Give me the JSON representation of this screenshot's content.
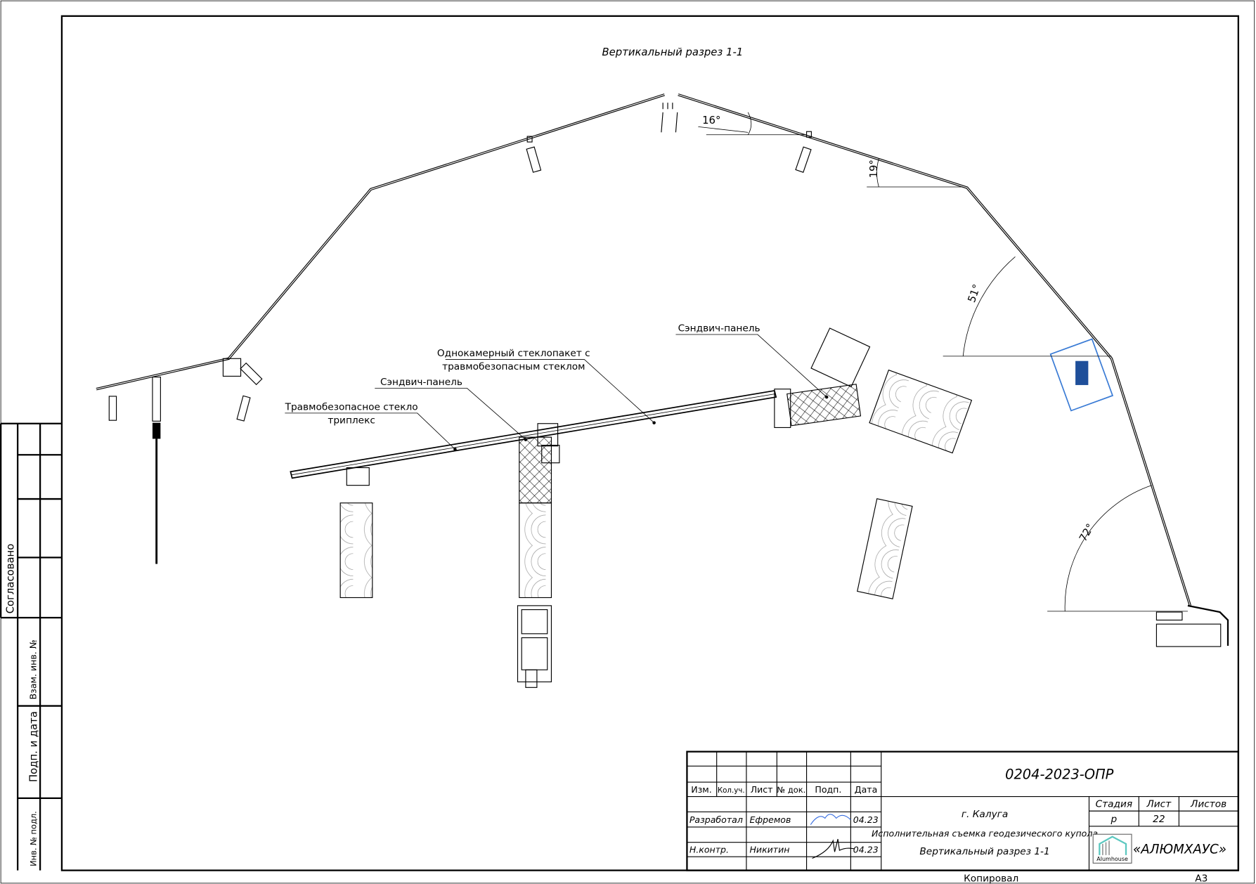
{
  "drawing": {
    "title": "Вертикальный разрез 1-1",
    "angles": [
      "16°",
      "19°",
      "51°",
      "72°"
    ],
    "callouts": [
      {
        "lines": [
          "Сэндвич-панель"
        ]
      },
      {
        "lines": [
          "Однокамерный стеклопакет с",
          "травмобезопасным стеклом"
        ]
      },
      {
        "lines": [
          "Сэндвич-панель"
        ]
      },
      {
        "lines": [
          "Травмобезопасное стекло",
          "триплекс"
        ]
      }
    ]
  },
  "side_stamp": {
    "agreed": "Согласовано",
    "replace_inv": "Взам. инв. №",
    "sign_date": "Подп. и дата",
    "inv_orig": "Инв. № подл."
  },
  "title_block": {
    "headers": [
      "Изм.",
      "Кол.уч.",
      "Лист",
      "№ док.",
      "Подп.",
      "Дата"
    ],
    "rows": [
      {
        "role": "Разработал",
        "name": "Ефремов",
        "date": "04.23"
      },
      {
        "role": "Н.контр.",
        "name": "Никитин",
        "date": "04.23"
      }
    ],
    "doc_code": "0204-2023-ОПР",
    "city": "г. Калуга",
    "project": "Исполнительная съемка геодезического купола",
    "sheet_title": "Вертикальный разрез 1-1",
    "stage_label": "Стадия",
    "sheet_label": "Лист",
    "sheets_label": "Листов",
    "stage": "р",
    "sheet": "22",
    "sheets": "",
    "company": "«АЛЮМХАУС»",
    "logo_text": "Alumhouse",
    "logo_color": "#5cc8c0"
  },
  "footer": {
    "copied": "Копировал",
    "format": "А3"
  }
}
